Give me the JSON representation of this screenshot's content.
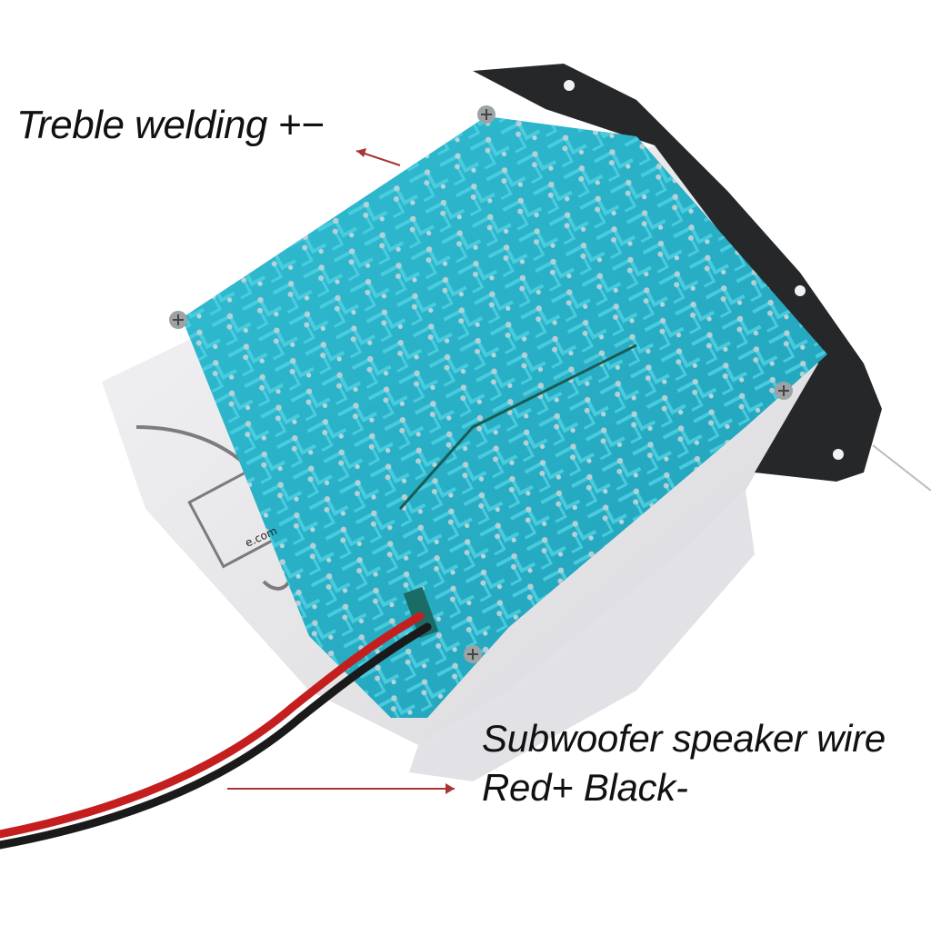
{
  "annotations": {
    "treble": "Treble welding +−",
    "subwoofer_line1": "Subwoofer speaker wire",
    "subwoofer_line2": "Red+ Black-"
  },
  "board_marking": "e.com",
  "colors": {
    "pcb": "#28b2c8",
    "pcb_dark": "#1c8fa6",
    "trace": "#3fc7da",
    "metal_plate": "#2a2a2a",
    "housing": "#e8e8ea",
    "arrow": "#a83434",
    "wire_red": "#c41e1e",
    "wire_black": "#1a1a1a"
  },
  "icons": [
    "mounting-screw-icon"
  ]
}
